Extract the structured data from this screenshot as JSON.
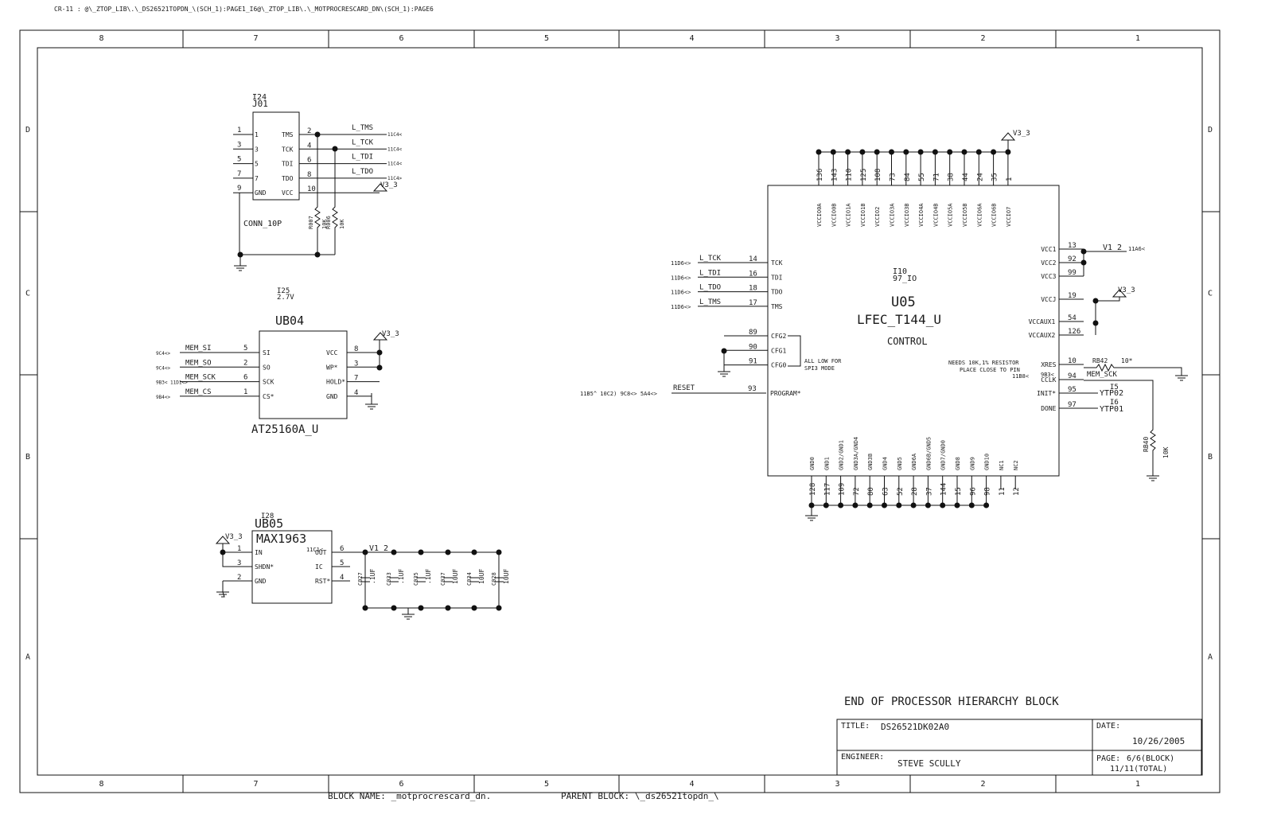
{
  "header": {
    "path_text": "CR-11 : @\\_ZTOP_LIB\\.\\_DS26521TOPDN_\\(SCH_1):PAGE1_I6@\\_ZTOP_LIB\\.\\_MOTPROCRESCARD_DN\\(SCH_1):PAGE6"
  },
  "frame": {
    "cols_top": [
      "8",
      "7",
      "6",
      "5",
      "4",
      "3",
      "2",
      "1"
    ],
    "cols_bottom": [
      "8",
      "7",
      "6",
      "5",
      "4",
      "3",
      "2",
      "1"
    ],
    "rows_left": [
      "D",
      "C",
      "B",
      "A"
    ],
    "rows_right": [
      "D",
      "C",
      "B",
      "A"
    ]
  },
  "j01": {
    "inst": "I24",
    "ref": "J01",
    "value": "CONN_10P",
    "pins": [
      {
        "outer": "1",
        "inner": "1",
        "sig": "TMS",
        "num": "2",
        "net": "L_TMS",
        "ref": "11C4<"
      },
      {
        "outer": "3",
        "inner": "3",
        "sig": "TCK",
        "num": "4",
        "net": "L_TCK",
        "ref": "11C4<"
      },
      {
        "outer": "5",
        "inner": "5",
        "sig": "TDI",
        "num": "6",
        "net": "L_TDI",
        "ref": "11C4<"
      },
      {
        "outer": "7",
        "inner": "7",
        "sig": "TDO",
        "num": "8",
        "net": "L_TDO",
        "ref": "11C4>"
      },
      {
        "outer": "9",
        "inner": "GND",
        "sig": "VCC",
        "num": "10",
        "net": "",
        "ref": ""
      }
    ],
    "power": "V3_3",
    "res1": {
      "name": "R007",
      "value": "10K"
    },
    "res2": {
      "name": "R006",
      "value": "10K"
    }
  },
  "ub04": {
    "inst": "I25",
    "inst2": "2.7V",
    "ref": "UB04",
    "value": "AT25160A_U",
    "power": "V3_3",
    "left": [
      {
        "xref": "9C4<>",
        "net": "MEM_SI",
        "num": "5",
        "pin": "SI"
      },
      {
        "xref": "9C4<>",
        "net": "MEM_SO",
        "num": "2",
        "pin": "SO"
      },
      {
        "xref": "9B3< 11D1<>",
        "net": "MEM_SCK",
        "num": "6",
        "pin": "SCK"
      },
      {
        "xref": "9B4<>",
        "net": "MEM_CS",
        "num": "1",
        "pin": "CS*"
      }
    ],
    "right": [
      {
        "pin": "VCC",
        "num": "8"
      },
      {
        "pin": "WP*",
        "num": "3"
      },
      {
        "pin": "HOLD*",
        "num": "7"
      },
      {
        "pin": "GND",
        "num": "4"
      }
    ]
  },
  "ub05": {
    "inst": "I28",
    "ref": "UB05",
    "value": "MAX1963",
    "power": "V3_3",
    "out_net": "V1_2",
    "out_ref": "11C1<",
    "left": [
      {
        "num": "1",
        "pin": "IN"
      },
      {
        "num": "3",
        "pin": "SHDN*"
      },
      {
        "num": "2",
        "pin": "GND"
      }
    ],
    "right": [
      {
        "num": "6",
        "pin": "OUT"
      },
      {
        "num": "5",
        "pin": "IC"
      },
      {
        "num": "4",
        "pin": "RST*"
      }
    ],
    "caps": [
      {
        "name": "C027",
        "value": ".1UF"
      },
      {
        "name": "C033",
        "value": ".1UF"
      },
      {
        "name": "C035",
        "value": ".1UF"
      },
      {
        "name": "C037",
        "value": "10UF"
      },
      {
        "name": "C034",
        "value": "10UF"
      },
      {
        "name": "C028",
        "value": "10UF"
      }
    ]
  },
  "u05": {
    "inst": "I10",
    "inst2": "97_IO",
    "ref": "U05",
    "value": "LFEC_T144_U",
    "label": "CONTROL",
    "power": "V3_3",
    "top_pins": [
      {
        "num": "136",
        "pin": "VCCIO0A"
      },
      {
        "num": "143",
        "pin": "VCCIO0B"
      },
      {
        "num": "110",
        "pin": "VCCIO1A"
      },
      {
        "num": "125",
        "pin": "VCCIO1B"
      },
      {
        "num": "108",
        "pin": "VCCIO2"
      },
      {
        "num": "73",
        "pin": "VCCIO3A"
      },
      {
        "num": "84",
        "pin": "VCCIO3B"
      },
      {
        "num": "55",
        "pin": "VCCIO4A"
      },
      {
        "num": "71",
        "pin": "VCCIO4B"
      },
      {
        "num": "38",
        "pin": "VCCIO5A"
      },
      {
        "num": "44",
        "pin": "VCCIO5B"
      },
      {
        "num": "24",
        "pin": "VCCIO6A"
      },
      {
        "num": "35",
        "pin": "VCCIO6B"
      },
      {
        "num": "1",
        "pin": "VCCIO7"
      }
    ],
    "bottom_pins": [
      {
        "num": "128",
        "pin": "GND0"
      },
      {
        "num": "117",
        "pin": "GND1"
      },
      {
        "num": "109",
        "pin": "GND2/GND1"
      },
      {
        "num": "72",
        "pin": "GND3A/GND4"
      },
      {
        "num": "80",
        "pin": "GND3B"
      },
      {
        "num": "63",
        "pin": "GND4"
      },
      {
        "num": "52",
        "pin": "GND5"
      },
      {
        "num": "28",
        "pin": "GND6A"
      },
      {
        "num": "37",
        "pin": "GND6B/GND5"
      },
      {
        "num": "144",
        "pin": "GND7/GND0"
      },
      {
        "num": "15",
        "pin": "GND8"
      },
      {
        "num": "96",
        "pin": "GND9"
      },
      {
        "num": "98",
        "pin": "GND10"
      },
      {
        "num": "11",
        "pin": "NC1"
      },
      {
        "num": "12",
        "pin": "NC2"
      }
    ],
    "left_jtag": [
      {
        "xref": "11D6<>",
        "net": "L_TCK",
        "num": "14",
        "pin": "TCK"
      },
      {
        "xref": "11D6<>",
        "net": "L_TDI",
        "num": "16",
        "pin": "TDI"
      },
      {
        "xref": "11D6<>",
        "net": "L_TDO",
        "num": "18",
        "pin": "TDO"
      },
      {
        "xref": "11D6<>",
        "net": "L_TMS",
        "num": "17",
        "pin": "TMS"
      }
    ],
    "left_cfg": [
      {
        "num": "89",
        "pin": "CFG2"
      },
      {
        "num": "90",
        "pin": "CFG1"
      },
      {
        "num": "91",
        "pin": "CFG0"
      }
    ],
    "cfg_note1": "ALL LOW FOR",
    "cfg_note2": "SPI3 MODE",
    "program": {
      "xref": "11B5^ 10C2) 9C8<> 5A4<>",
      "net": "RESET",
      "num": "93",
      "pin": "PROGRAM*"
    },
    "right_pins": [
      {
        "pin": "VCC1",
        "num": "13"
      },
      {
        "pin": "VCC2",
        "num": "92"
      },
      {
        "pin": "VCC3",
        "num": "99"
      },
      {
        "pin": "VCCJ",
        "num": "19"
      },
      {
        "pin": "VCCAUX1",
        "num": "54"
      },
      {
        "pin": "VCCAUX2",
        "num": "126"
      },
      {
        "pin": "XRES",
        "num": "10"
      },
      {
        "pin": "CCLK",
        "num": "94"
      },
      {
        "pin": "INIT*",
        "num": "95"
      },
      {
        "pin": "DONE",
        "num": "97"
      }
    ],
    "v12_net": "V1_2",
    "v12_ref": "11A6<",
    "v33b": "V3_3",
    "xres_note1": "NEEDS 10K,1% RESISTOR",
    "xres_note2": "PLACE CLOSE TO PIN",
    "rb42": {
      "name": "RB42",
      "value": "10*"
    },
    "cclk_ref": "11B8<",
    "cclk_ref2": "9B3<",
    "cclk_net": "MEM_SCK",
    "tp_i5": "I5",
    "tp02": "YTP02",
    "tp_i6": "I6",
    "tp01": "YTP01",
    "rb40": {
      "name": "RB40",
      "value": "10K"
    }
  },
  "title_block": {
    "caption": "END OF PROCESSOR HIERARCHY BLOCK",
    "title_label": "TITLE:",
    "title": "DS26521DK02A0",
    "date_label": "DATE:",
    "date": "10/26/2005",
    "engineer_label": "ENGINEER:",
    "engineer": "STEVE SCULLY",
    "page_label": "PAGE:",
    "page": "6/6(BLOCK)",
    "page_total": "11/11(TOTAL)"
  },
  "footer": {
    "block_name": "BLOCK NAME: _motprocrescard_dn.",
    "parent_block": "PARENT BLOCK: \\_ds26521topdn_\\"
  }
}
